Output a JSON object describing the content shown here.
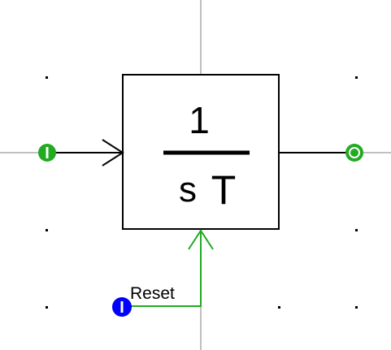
{
  "block": {
    "numerator": "1",
    "denominator_s": "s",
    "denominator_t": "T",
    "type": "integrator"
  },
  "ports": {
    "input": {
      "icon": "input-port-icon",
      "color": "#22aa22"
    },
    "output": {
      "icon": "output-port-icon",
      "color": "#22aa22"
    },
    "reset": {
      "label": "Reset",
      "icon": "reset-port-icon",
      "color": "#0000ff"
    }
  },
  "colors": {
    "grid": "#c0c0c0",
    "wire": "#000000",
    "reset_wire": "#22aa22",
    "input_port": "#22aa22",
    "output_port": "#22aa22",
    "reset_port": "#0000ff"
  }
}
